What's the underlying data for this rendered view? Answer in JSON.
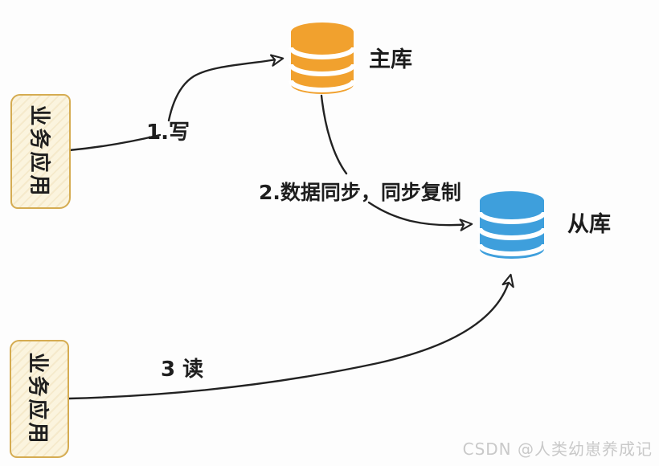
{
  "colors": {
    "master_db": "#F1A12E",
    "slave_db": "#3E9FDC",
    "app_box_fill": "#FBF4DE",
    "app_box_border": "#D5AC52",
    "arrow": "#222222",
    "watermark": "#C9C9C9"
  },
  "nodes": {
    "app_top": {
      "label": "业务应用"
    },
    "app_bottom": {
      "label": "业务应用"
    },
    "master_db": {
      "label": "主库"
    },
    "slave_db": {
      "label": "从库"
    }
  },
  "edges": {
    "write": {
      "label": "1.写"
    },
    "sync": {
      "label": "2.数据同步，同步复制"
    },
    "read": {
      "label": "3 读"
    }
  },
  "watermark": {
    "text": "CSDN @人类幼崽养成记"
  }
}
